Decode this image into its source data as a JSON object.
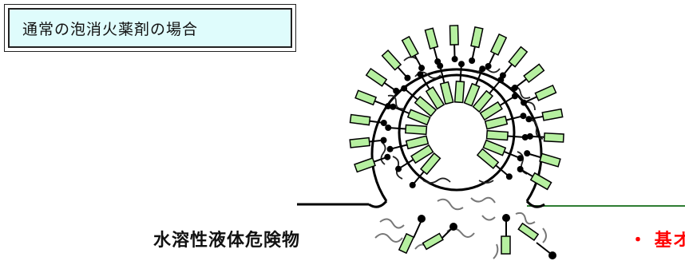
{
  "title": "通常の泡消火薬剤の場合",
  "label_left": "水溶性液体危険物",
  "label_right": "・ 基オ"
}
